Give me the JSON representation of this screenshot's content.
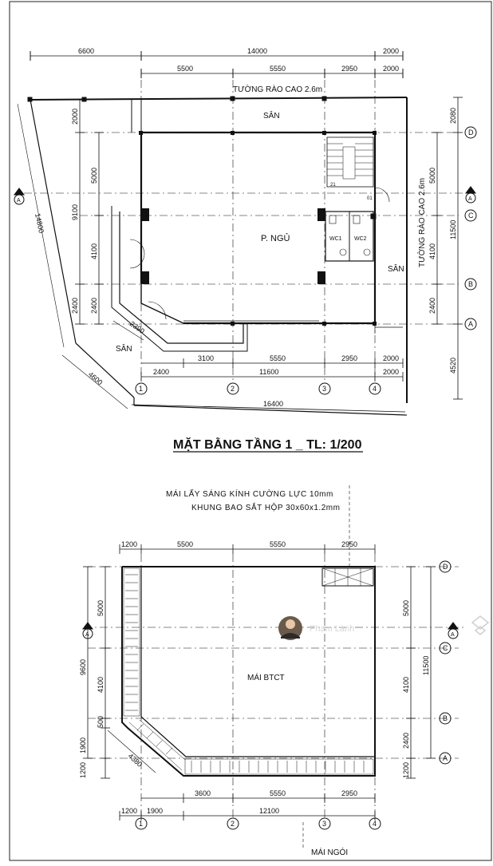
{
  "plan1": {
    "title": "MẶT BẰNG TẦNG 1 _ TL: 1/200",
    "top_dims_row1": [
      "6600",
      "14000",
      "2000"
    ],
    "top_dims_row2": [
      "5500",
      "5550",
      "2950",
      "2000"
    ],
    "fence_label": "TƯỜNG RÀO CAO 2.6m",
    "fence_label_right": "TƯỜNG RÀO CAO 2.6m",
    "san_top": "SÂN",
    "san_right": "SÂN",
    "san_bottom": "SÂN",
    "room_label": "P. NGỦ",
    "wc1": "WC1",
    "wc2": "WC2",
    "stair_mark": "21",
    "stair_mark2": "01",
    "left_dims": [
      "2000",
      "9100",
      "5000",
      "4100",
      "2400",
      "2400"
    ],
    "right_dims": [
      "2080",
      "5000",
      "11500",
      "4100",
      "2400",
      "4520"
    ],
    "diag_dims": [
      "14800",
      "4600",
      "2390"
    ],
    "bottom_dims_row1": [
      "3100",
      "5550",
      "2950",
      "2000"
    ],
    "bottom_dims_row2": [
      "2400",
      "11600",
      "2000"
    ],
    "bottom_total": "16400",
    "axis_numbers": [
      "1",
      "2",
      "3",
      "4"
    ],
    "axis_letters": [
      "D",
      "C",
      "B",
      "A"
    ],
    "section_mark": "A"
  },
  "plan2": {
    "note_line1": "MÁI LẤY SÁNG KÍNH CƯỜNG LỰC 10mm",
    "note_line2": "KHUNG BAO SẮT HỘP 30x60x1.2mm",
    "top_dims": [
      "1200",
      "5500",
      "5550",
      "2950"
    ],
    "roof_label": "MÁI BTCT",
    "left_dims": [
      "9600",
      "5000",
      "4100",
      "500",
      "1900",
      "1200"
    ],
    "right_dims": [
      "5000",
      "11500",
      "4100",
      "2400",
      "1200"
    ],
    "diag_dim": "4380",
    "bottom_dims_row1": [
      "3600",
      "5550",
      "2950"
    ],
    "bottom_dims_row2": [
      "1200",
      "1900",
      "12100"
    ],
    "axis_numbers": [
      "1",
      "2",
      "3",
      "4"
    ],
    "axis_letters": [
      "D",
      "C",
      "B",
      "A"
    ],
    "section_mark": "A",
    "tile_label": "MÁI NGÓI"
  },
  "watermark": {
    "name": "Phạm Lành"
  }
}
